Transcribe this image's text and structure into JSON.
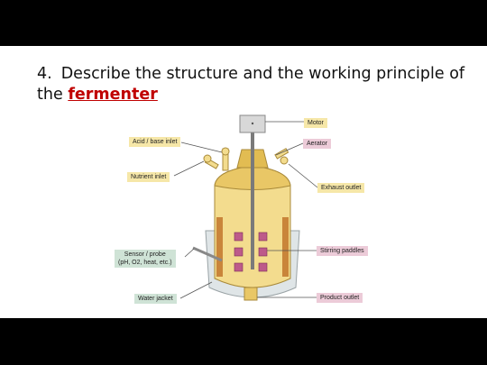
{
  "slide": {
    "number": "4.",
    "title_before": "Describe the structure and the working principle of the",
    "title_highlight": "fermenter"
  },
  "diagram": {
    "labels": {
      "motor": "Motor",
      "aerator": "Aerator",
      "exhaust_outlet": "Exhaust outlet",
      "acid_base_inlet": "Acid / base inlet",
      "nutrient_inlet": "Nutrient inlet",
      "sensor_probe_line1": "Sensor / probe",
      "sensor_probe_line2": "(pH, O2, heat, etc.)",
      "stirring_paddles": "Stirring paddles",
      "water_jacket": "Water jacket",
      "product_outlet": "Product outlet"
    },
    "colors": {
      "vessel": "#f3dc8e",
      "vessel_top": "#e9c766",
      "jacket": "#dfe5e7",
      "baffle": "#c9853a",
      "paddle": "#bd5a8a",
      "motor": "#d8d8d8",
      "label_yellow": "#f6e7a8",
      "label_green": "#cfe3d6",
      "label_pink": "#eccbd8"
    }
  }
}
